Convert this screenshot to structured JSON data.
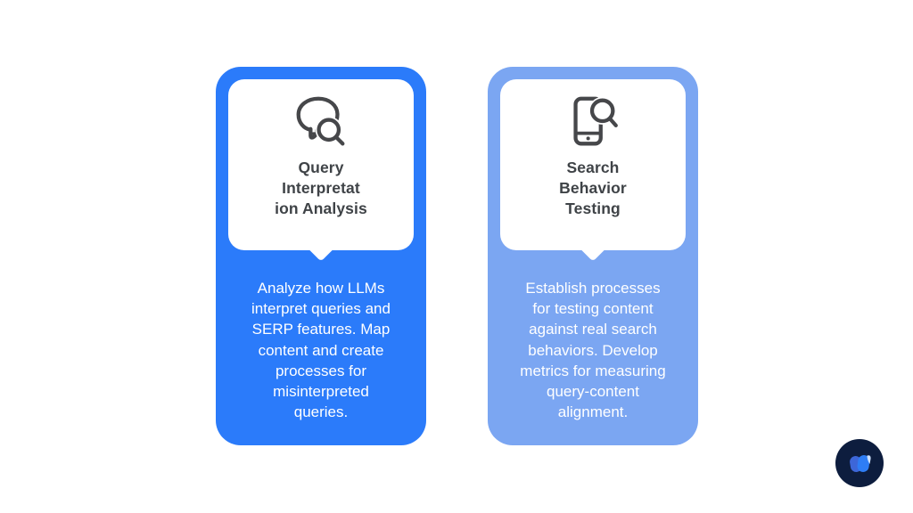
{
  "page": {
    "background": "#ffffff"
  },
  "cards": [
    {
      "id": "query-interpretation-analysis",
      "accent_color": "#2b7bfa",
      "icon": "chat-search-icon",
      "icon_color": "#46474a",
      "title": "Query\nInterpretat\nion Analysis",
      "body": "Analyze how LLMs\ninterpret queries and\nSERP features. Map\ncontent and create\nprocesses for\nmisinterpreted\nqueries."
    },
    {
      "id": "search-behavior-testing",
      "accent_color": "#7ba6f2",
      "icon": "phone-search-icon",
      "icon_color": "#46474a",
      "title": "Search\nBehavior\nTesting",
      "body": "Establish processes\nfor testing content\nagainst real search\nbehaviors. Develop\nmetrics for measuring\nquery-content\nalignment."
    }
  ],
  "logo": {
    "name": "brand-logo",
    "circle_color": "#0d1d3e",
    "mark_colors": [
      "#3d66d8",
      "#2e7df5",
      "#cfe2fc"
    ]
  },
  "text_colors": {
    "title": "#3f4347",
    "body": "#ffffff"
  }
}
